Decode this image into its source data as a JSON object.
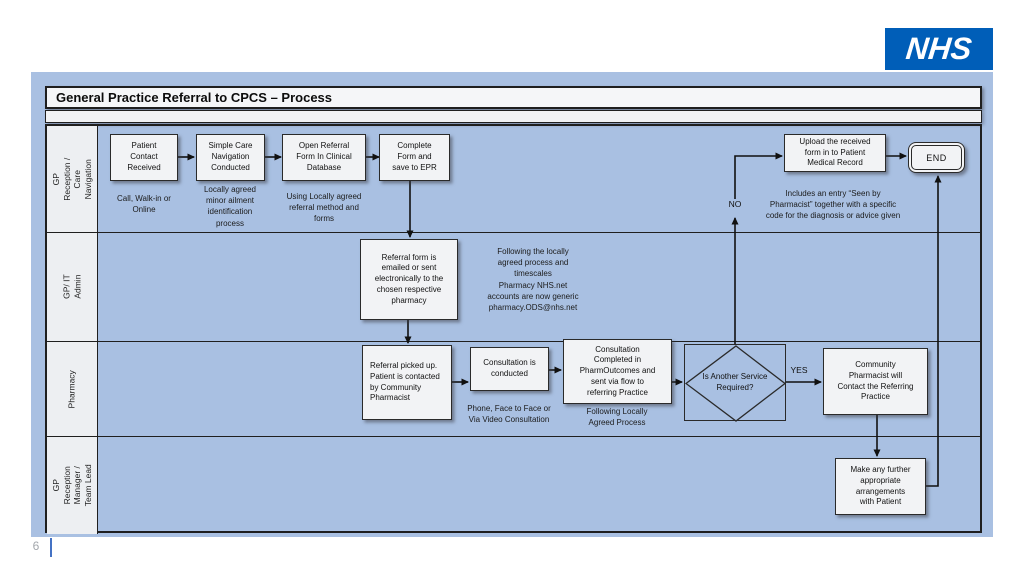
{
  "page": {
    "number": "6"
  },
  "logo": {
    "text": "NHS"
  },
  "header": {
    "title": "General Practice Referral to CPCS – Process"
  },
  "lanes": [
    {
      "label": "GP Reception / Care\nNavigation"
    },
    {
      "label": "GP/ IT Admin"
    },
    {
      "label": "Pharmacy"
    },
    {
      "label": "GP Reception\nManager / Team Lead"
    }
  ],
  "nodes": {
    "patient_contact": "Patient\nContact\nReceived",
    "simple_care": "Simple Care\nNavigation\nConducted",
    "open_referral": "Open Referral\nForm In Clinical\nDatabase",
    "complete_form": "Complete\nForm and\nsave to EPR",
    "upload_form": "Upload the received\nform in to Patient\nMedical Record",
    "end": "END",
    "referral_emailed": "Referral form is\nemailed or sent\nelectronically to the\nchosen respective\npharmacy",
    "referral_picked": "Referral picked up.\nPatient is contacted\nby Community\nPharmacist",
    "consultation_conducted": "Consultation is\nconducted",
    "consultation_completed": "Consultation\nCompleted in\nPharmOutcomes and\nsent via flow to\nreferring Practice",
    "decision": "Is Another Service\nRequired?",
    "community_contact": "Community\nPharmacist will\nContact the Referring\nPractice",
    "further_arrangements": "Make any further\nappropriate\narrangements\nwith Patient"
  },
  "annotations": {
    "call_walkin": "Call, Walk-in or\nOnline",
    "locally_agreed": "Locally agreed\nminor ailment\nidentification\nprocess",
    "using_locally": "Using Locally agreed\nreferral method and\nforms",
    "includes_entry": "Includes an entry “Seen by\nPharmacist” together with a specific\ncode for the diagnosis or advice given",
    "following_locally_process": "Following the locally\nagreed process and\ntimescales\nPharmacy NHS.net\naccounts are now generic\npharmacy.ODS@nhs.net",
    "phone_face": "Phone, Face to Face or\nVia Video Consultation",
    "following_agreed": "Following Locally\nAgreed Process"
  },
  "edge_labels": {
    "no": "NO",
    "yes": "YES"
  },
  "colors": {
    "nhs_blue": "#005EB8",
    "panel_blue": "#a9c0e2",
    "box_fill": "#f2f3f5",
    "line": "#1a1a1a",
    "footer_accent": "#4472c4"
  }
}
